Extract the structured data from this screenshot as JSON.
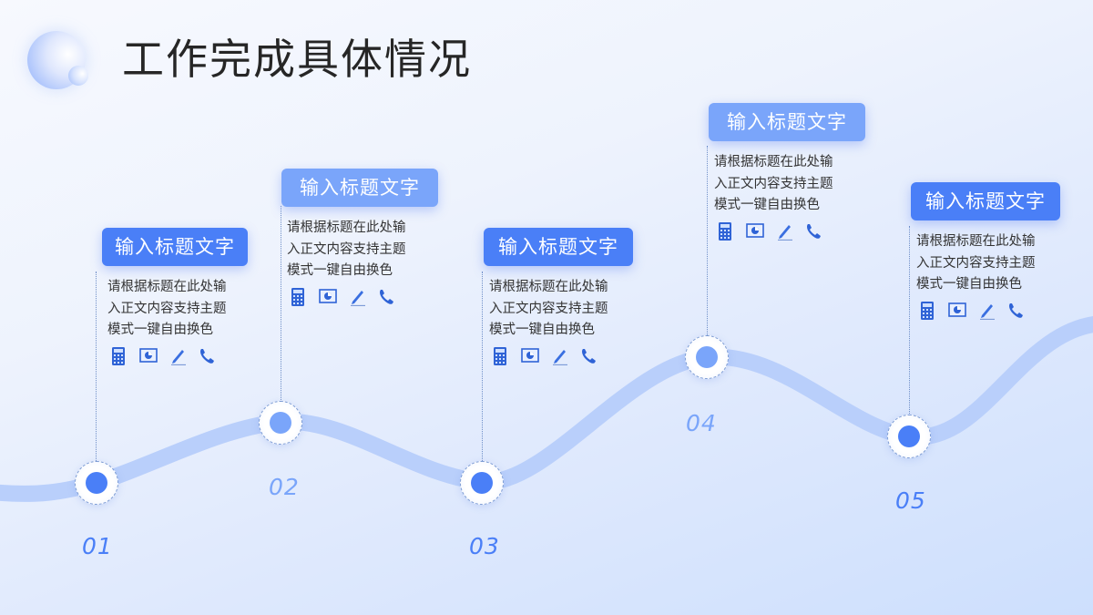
{
  "header": {
    "title": "工作完成具体情况"
  },
  "colors": {
    "accent": "#4a7ff7",
    "accent_light": "#7aa5fa",
    "wave": "#b9cffb",
    "icon": "#2f63d6",
    "number": "#5b86e0"
  },
  "steps": [
    {
      "number": "01",
      "title": "输入标题文字",
      "body": "请根据标题在此处输入正文内容支持主题模式一键自由换色",
      "icons": [
        "calculator-icon",
        "presentation-icon",
        "pen-icon",
        "phone-icon"
      ]
    },
    {
      "number": "02",
      "title": "输入标题文字",
      "body": "请根据标题在此处输入正文内容支持主题模式一键自由换色",
      "icons": [
        "calculator-icon",
        "presentation-icon",
        "pen-icon",
        "phone-icon"
      ]
    },
    {
      "number": "03",
      "title": "输入标题文字",
      "body": "请根据标题在此处输入正文内容支持主题模式一键自由换色",
      "icons": [
        "calculator-icon",
        "presentation-icon",
        "pen-icon",
        "phone-icon"
      ]
    },
    {
      "number": "04",
      "title": "输入标题文字",
      "body": "请根据标题在此处输入正文内容支持主题模式一键自由换色",
      "icons": [
        "calculator-icon",
        "presentation-icon",
        "pen-icon",
        "phone-icon"
      ]
    },
    {
      "number": "05",
      "title": "输入标题文字",
      "body": "请根据标题在此处输入正文内容支持主题模式一键自由换色",
      "icons": [
        "calculator-icon",
        "presentation-icon",
        "pen-icon",
        "phone-icon"
      ]
    }
  ]
}
